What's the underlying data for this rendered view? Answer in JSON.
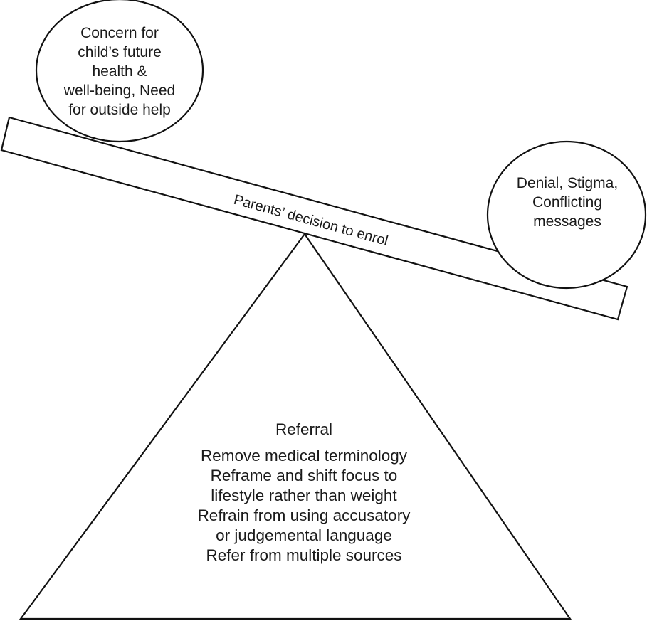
{
  "diagram": {
    "type": "seesaw-balance",
    "colors": {
      "stroke": "#111111",
      "fill": "#ffffff",
      "text": "#1a1a1a"
    },
    "left_weight": {
      "lines": [
        "Concern for",
        "child’s future",
        "health &",
        "well-being, Need",
        "for outside help"
      ]
    },
    "right_weight": {
      "lines": [
        "Denial, Stigma,",
        "Conflicting",
        "messages"
      ]
    },
    "beam": {
      "label": "Parents’ decision to enrol"
    },
    "fulcrum": {
      "title": "Referral",
      "lines": [
        "Remove medical terminology",
        "Reframe and shift focus to",
        "lifestyle rather than weight",
        "Refrain from using accusatory",
        "or judgemental language",
        "Refer from multiple sources"
      ]
    }
  }
}
